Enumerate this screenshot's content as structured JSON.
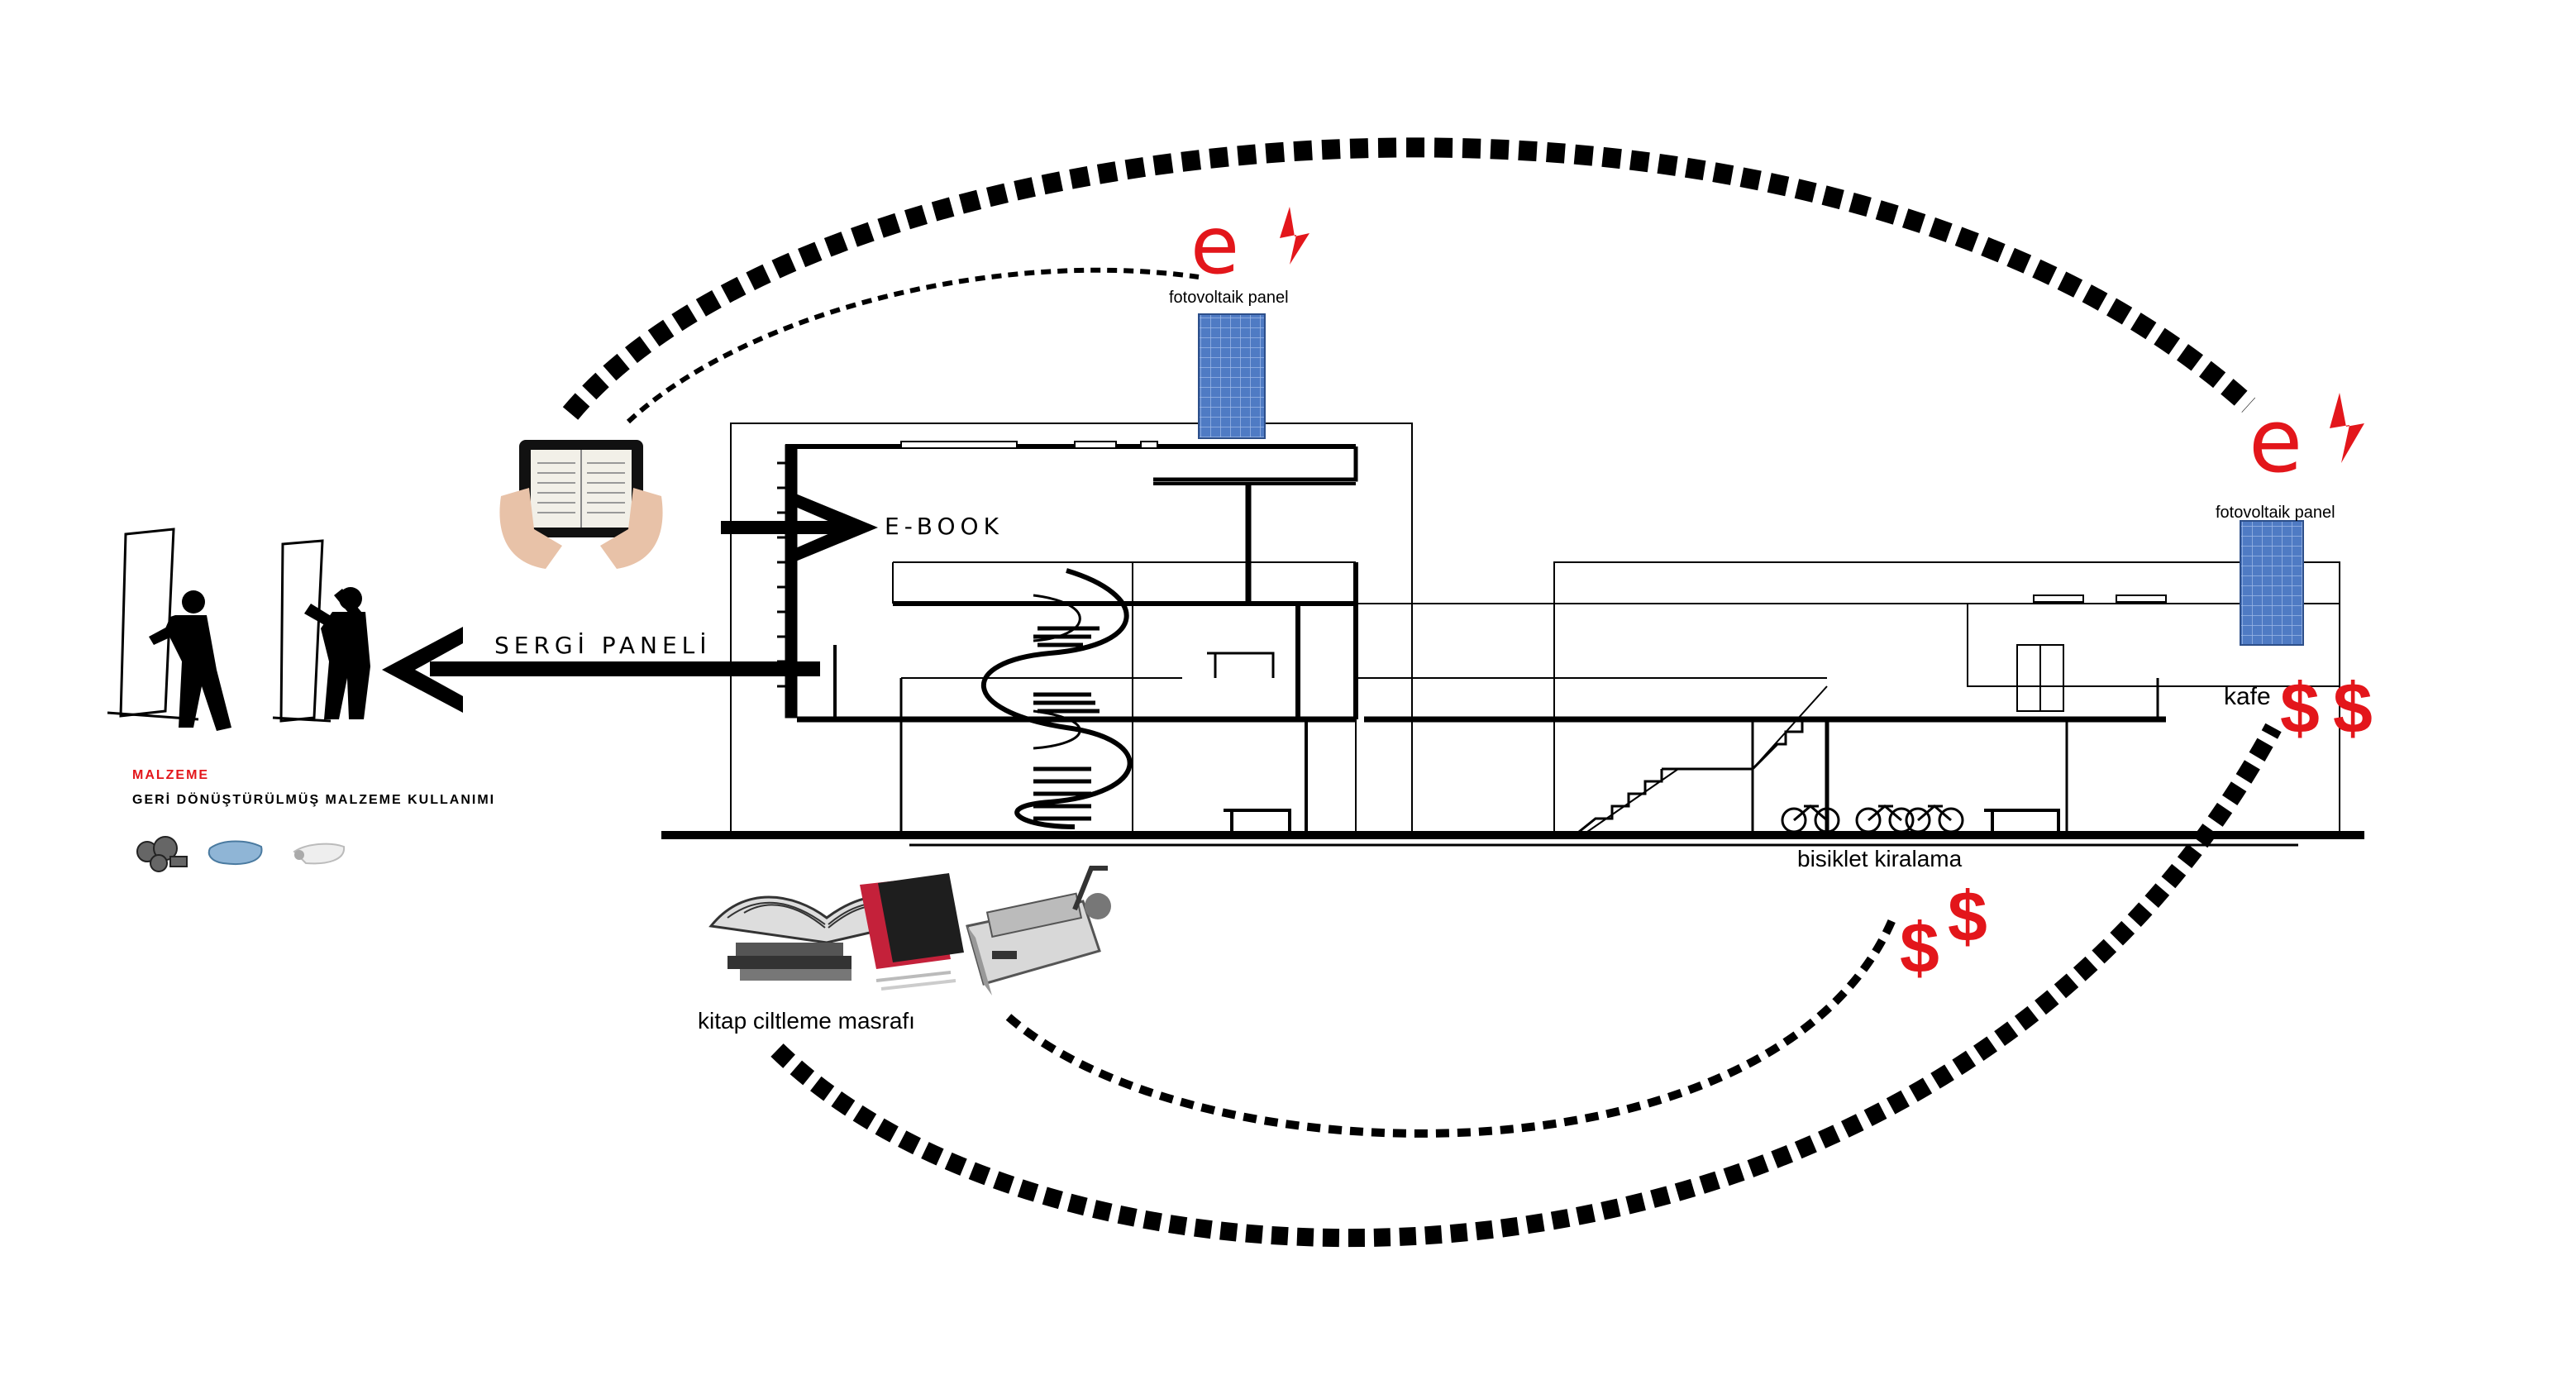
{
  "labels": {
    "ebook": "E-BOOK",
    "sergi_paneli": "SERGİ PANELİ",
    "fotovoltaik_panel_1": "fotovoltaik panel",
    "fotovoltaik_panel_2": "fotovoltaik panel",
    "kafe": "kafe",
    "bisiklet_kiralama": "bisiklet kiralama",
    "kitap_ciltleme": "kitap ciltleme masrafı",
    "malzeme_title": "MALZEME",
    "malzeme_desc": "GERİ DÖNÜŞTÜRÜLMÜŞ MALZEME KULLANIMI",
    "energy_symbol": "e",
    "money_symbol": "$"
  },
  "colors": {
    "accent_red": "#e3161b",
    "solar_blue": "#4f7bc4",
    "line_black": "#000000"
  },
  "icons": [
    "tablet-ebook-icon",
    "solar-panel-icon",
    "bicycle-icon",
    "spiral-stair-icon",
    "book-icon",
    "binding-machine-icon",
    "worker-silhouette-icon"
  ]
}
